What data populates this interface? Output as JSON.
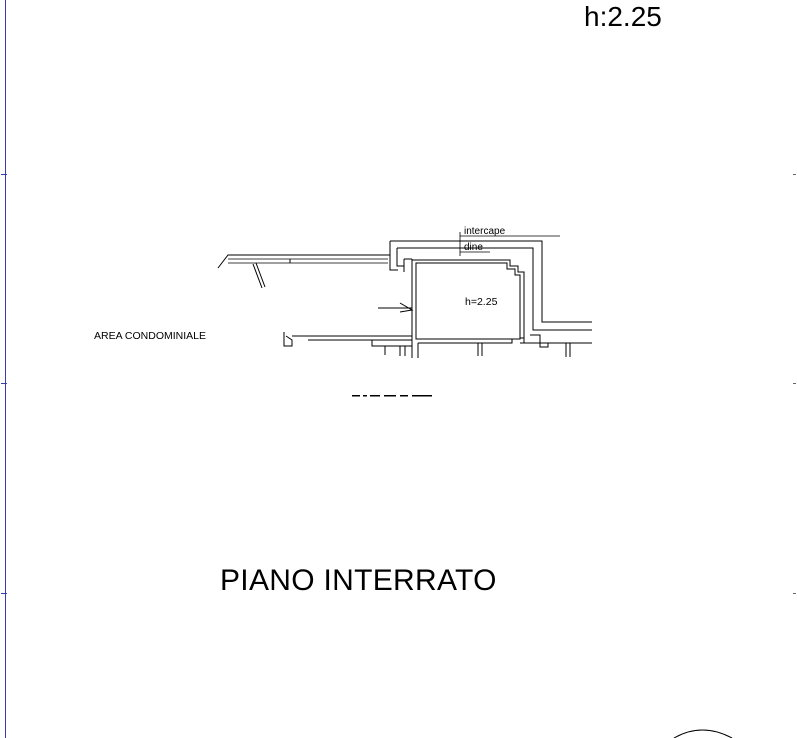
{
  "header": {
    "height_label": "h:2.25"
  },
  "plan": {
    "area_label": "AREA CONDOMINIALE",
    "room_height": "h=2.25",
    "interspace_label_line1": "intercape",
    "interspace_label_line2": "dine"
  },
  "footer": {
    "title": "PIANO INTERRATO"
  }
}
